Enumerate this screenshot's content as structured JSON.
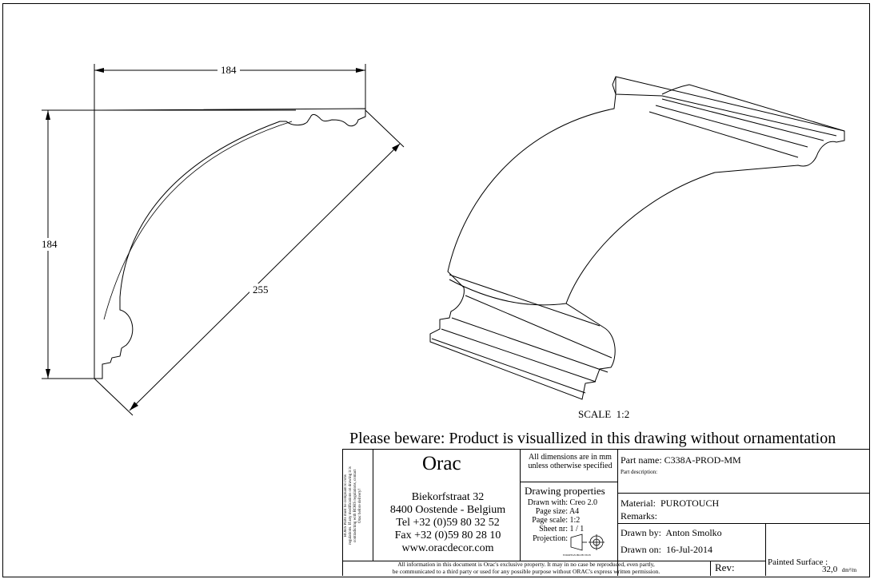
{
  "drawing": {
    "dim_top": "184",
    "dim_left": "184",
    "dim_diag": "255",
    "scale_label": "SCALE",
    "scale_value": "1:2",
    "beware_note": "Please beware: Product is visuallized in this drawing without ornamentation"
  },
  "title_block": {
    "rohs_note": "Parts must be compliant to rohs regulations. If any modifications on drawing it is contradicting with ROHS regulations, contact Orac before delivery!",
    "rohs_tag": "ROHS",
    "company": "Orac",
    "address_lines": [
      "Biekorfstraat 32",
      "8400 Oostende - Belgium",
      "Tel   +32 (0)59 80 32 52",
      "Fax   +32 (0)59 80 28 10",
      "www.oracdecor.com"
    ],
    "dimensions_note": "All dimensions are in mm unless otherwise specified",
    "drawing_properties_title": "Drawing properties",
    "properties": [
      {
        "key": "Drawn with:",
        "value": "Creo 2.0"
      },
      {
        "key": "Page size:",
        "value": "A4"
      },
      {
        "key": "Page scale:",
        "value": "1:2"
      },
      {
        "key": "Sheet nr:",
        "value": "1 / 1"
      },
      {
        "key": "Projection:",
        "value": ""
      }
    ],
    "projection_caption": "EUROPEAN PROJECTION",
    "part_name_label": "Part name:",
    "part_name": "C338A-PROD-MM",
    "part_description_label": "Part description:",
    "material_label": "Material:",
    "material": "PUROTOUCH",
    "remarks_label": "Remarks:",
    "drawn_by_label": "Drawn by:",
    "drawn_by": "Anton Smolko",
    "drawn_on_label": "Drawn on:",
    "drawn_on": "16-Jul-2014",
    "painted_surface_label": "Painted Surface :",
    "painted_surface_value": "32,0",
    "painted_surface_unit": "dm²/m",
    "rev_label": "Rev:",
    "footer_line1": "All information in this document is Orac's exclusive property.  It may in no case be reproduced, even partly,",
    "footer_line2": "be communicated to a third party or used for any possible purpose without ORAC's express written permission."
  }
}
